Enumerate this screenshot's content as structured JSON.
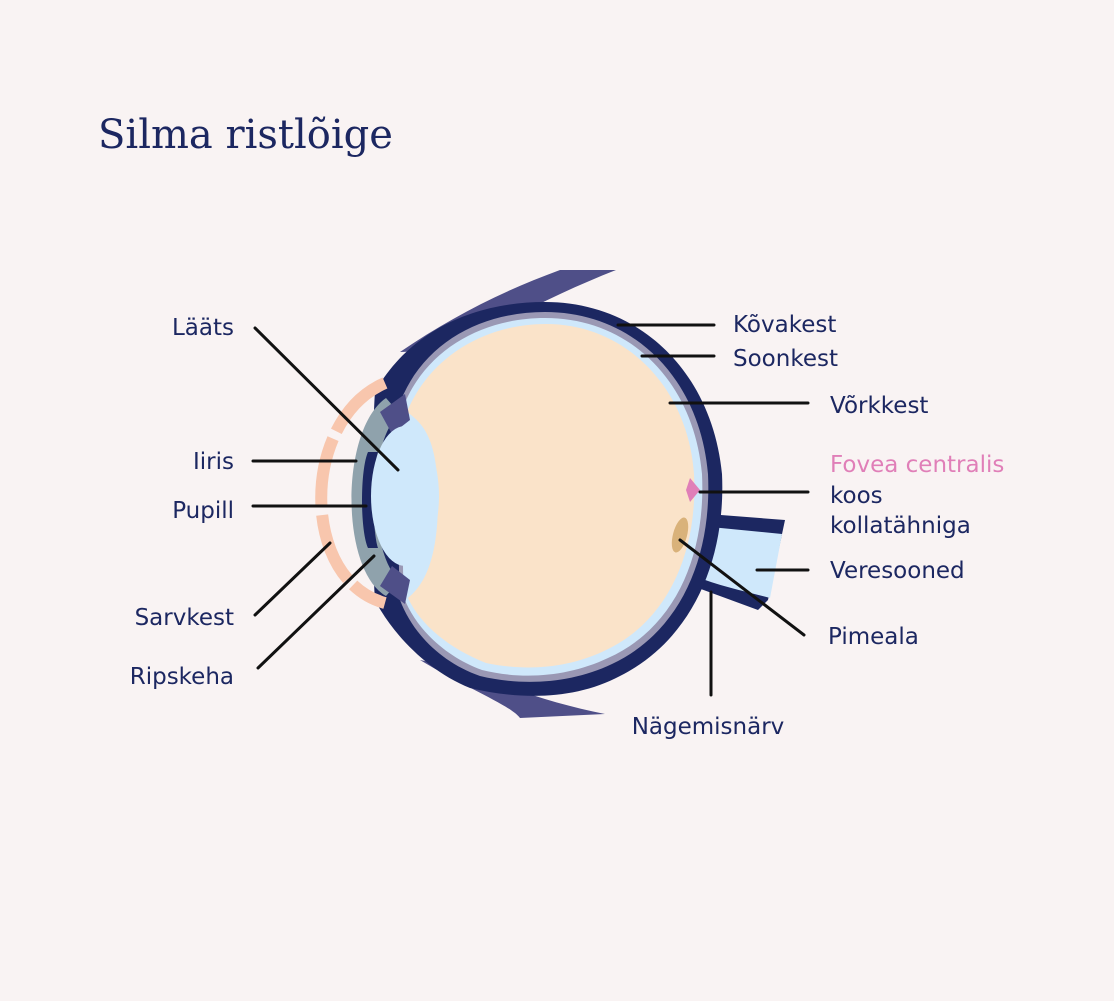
{
  "title": "Silma ristlõige",
  "colors": {
    "background": "#f9f3f3",
    "navy": "#1c2761",
    "muscle": "#4f4f88",
    "vitreous": "#fae3c9",
    "retina_blue": "#cfe8fb",
    "choroid_grey": "#9a98b4",
    "cornea_peach": "#f8c6ad",
    "iris_grey": "#8fa2ac",
    "fovea_pink": "#e07fb8",
    "blind_spot": "#d9b27a"
  },
  "labels": {
    "laats": "Lääts",
    "iiris": "Iiris",
    "pupill": "Pupill",
    "sarvkest": "Sarvkest",
    "ripskeha": "Ripskeha",
    "kovakest": "Kõvakest",
    "soonkest": "Soonkest",
    "vorkkest": "Võrkkest",
    "fovea": "Fovea centralis",
    "fovea_line2": "koos",
    "fovea_line3": "kollatähniga",
    "veresooned": "Veresooned",
    "pimeala": "Pimeala",
    "nagemisnarv": "Nägemisnärv"
  }
}
